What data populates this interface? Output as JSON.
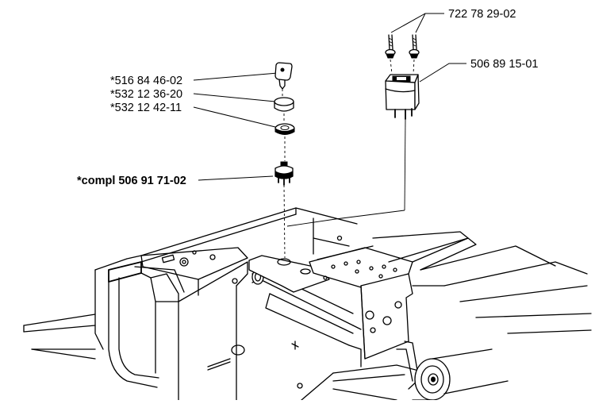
{
  "diagram": {
    "callouts": [
      {
        "id": "screws",
        "label": "722 78 29-02"
      },
      {
        "id": "switch-box",
        "label": "506 89 15-01"
      },
      {
        "id": "key",
        "label": "*516 84 46-02"
      },
      {
        "id": "cap",
        "label": "*532 12 36-20"
      },
      {
        "id": "nut",
        "label": "*532 12 42-11"
      },
      {
        "id": "ignition-complete",
        "label": "*compl 506 91 71-02"
      }
    ]
  }
}
